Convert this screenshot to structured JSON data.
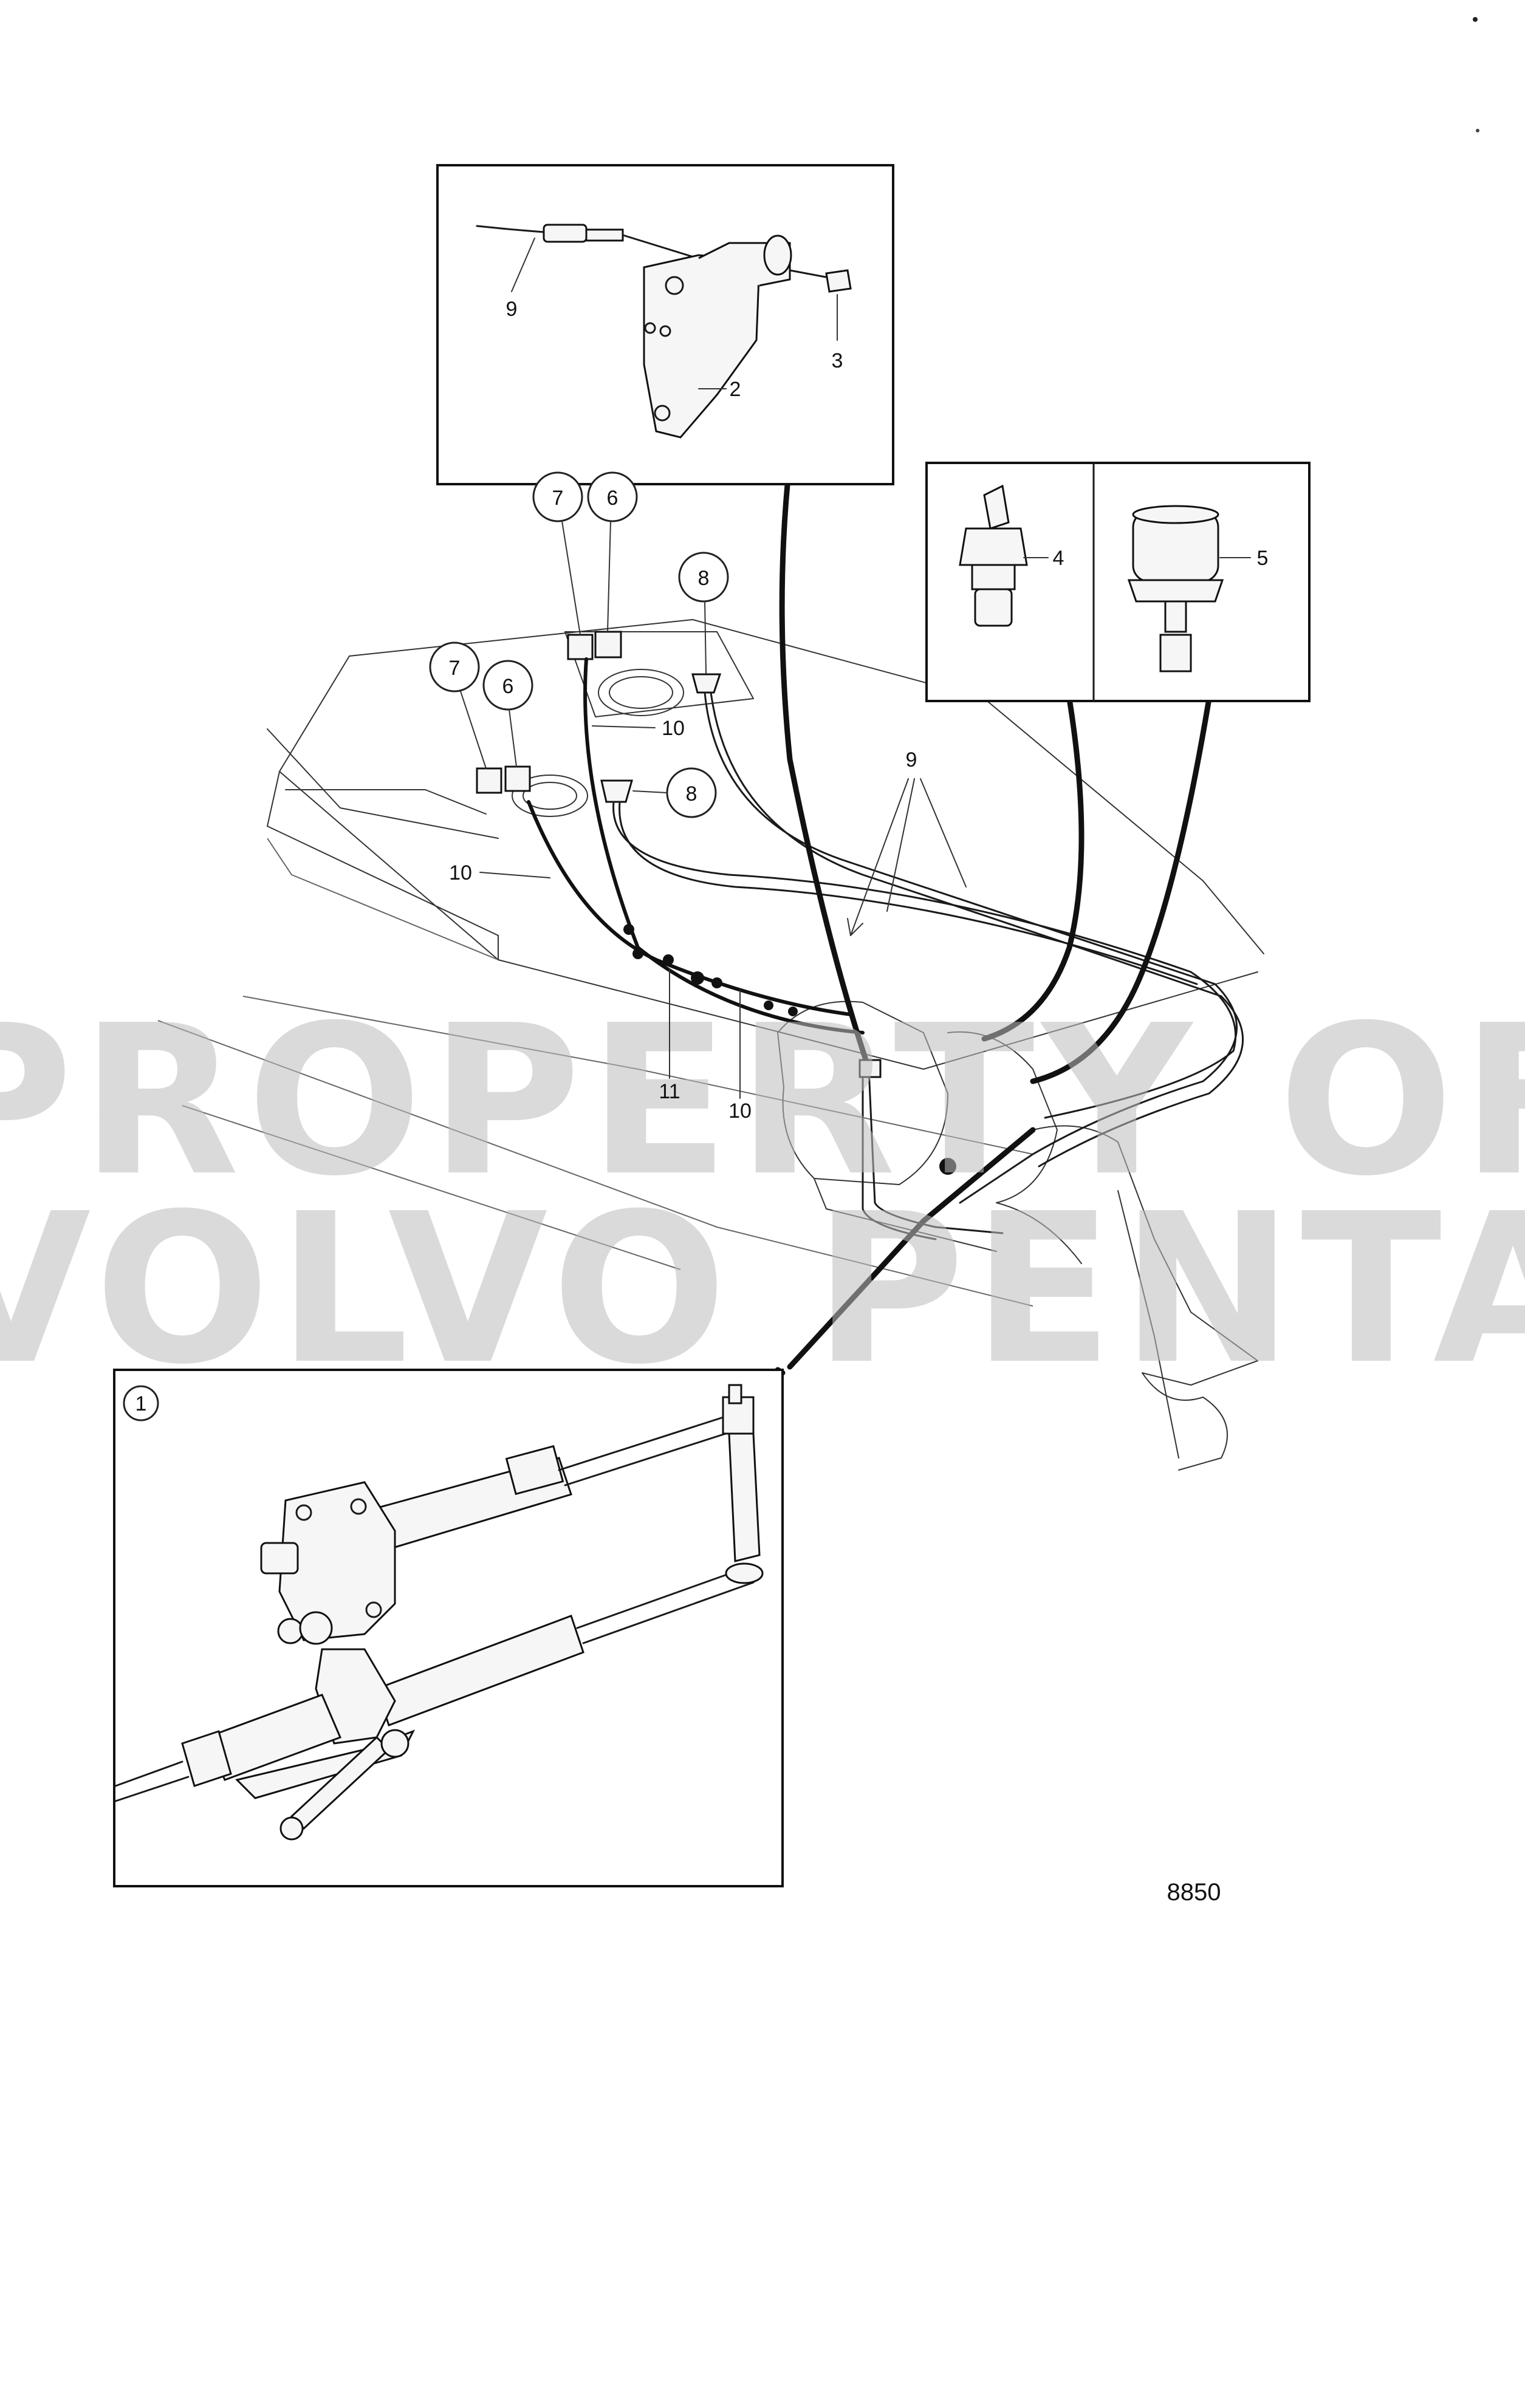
{
  "diagram": {
    "figure_number": "8850",
    "watermark": {
      "line1": "PROPERTY OF",
      "line2": "VOLVO PENTA"
    },
    "callouts": {
      "c1": "1",
      "c2": "2",
      "c3": "3",
      "c4": "4",
      "c5": "5",
      "c6_top": "6",
      "c6_left": "6",
      "c7_top": "7",
      "c7_left": "7",
      "c8_top": "8",
      "c8_mid": "8",
      "c9_inset": "9",
      "c9_main": "9",
      "c10_top": "10",
      "c10_left": "10",
      "c10_bottom": "10",
      "c11": "11"
    }
  }
}
